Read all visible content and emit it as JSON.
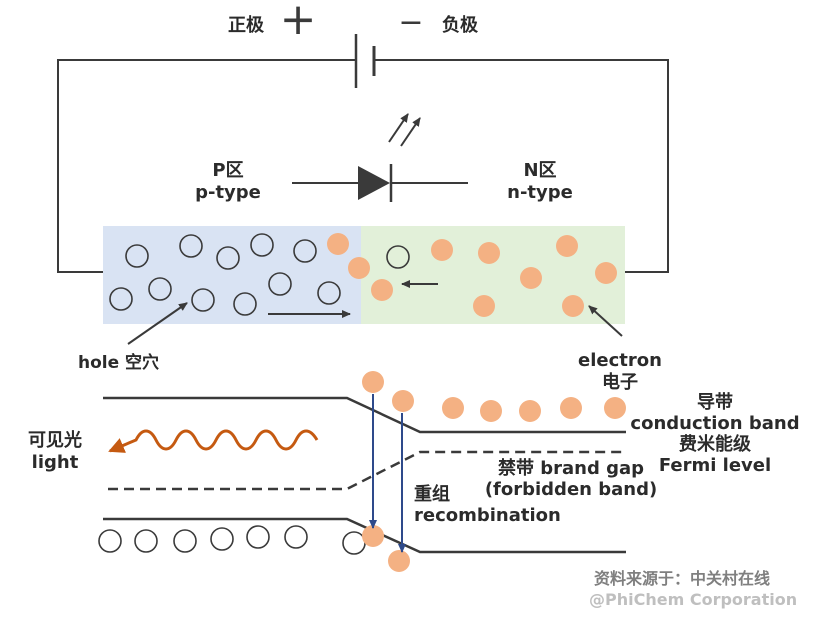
{
  "battery": {
    "positive_label": "正极",
    "negative_label": "负极",
    "positive_sign": "+",
    "negative_sign": "−"
  },
  "regions": {
    "p_name": "P区",
    "p_type": "p-type",
    "n_name": "N区",
    "n_type": "n-type"
  },
  "labels": {
    "hole": "hole 空穴",
    "electron_en": "electron",
    "electron_cn": "电子",
    "light_cn": "可见光",
    "light_en": "light",
    "conduction_cn": "导带",
    "conduction_en": "conduction band",
    "fermi_cn": "费米能级",
    "fermi_en": "Fermi level",
    "gap_line1": "禁带 brand gap",
    "gap_line2": "(forbidden band)",
    "recomb_cn": "重组",
    "recomb_en": "recombination"
  },
  "credits": {
    "source": "资料来源于：中关村在线",
    "watermark": "@PhiChem Corporation"
  },
  "colors": {
    "p_region_fill": "#d9e3f3",
    "n_region_fill": "#e2f0d9",
    "electron_fill": "#f4b183",
    "recomb_arrow": "#2e4a8b",
    "light_wave": "#c55a11",
    "line": "#3a3a3a",
    "credit_source": "#7f7f7f",
    "credit_watermark": "#bfbfbf"
  }
}
